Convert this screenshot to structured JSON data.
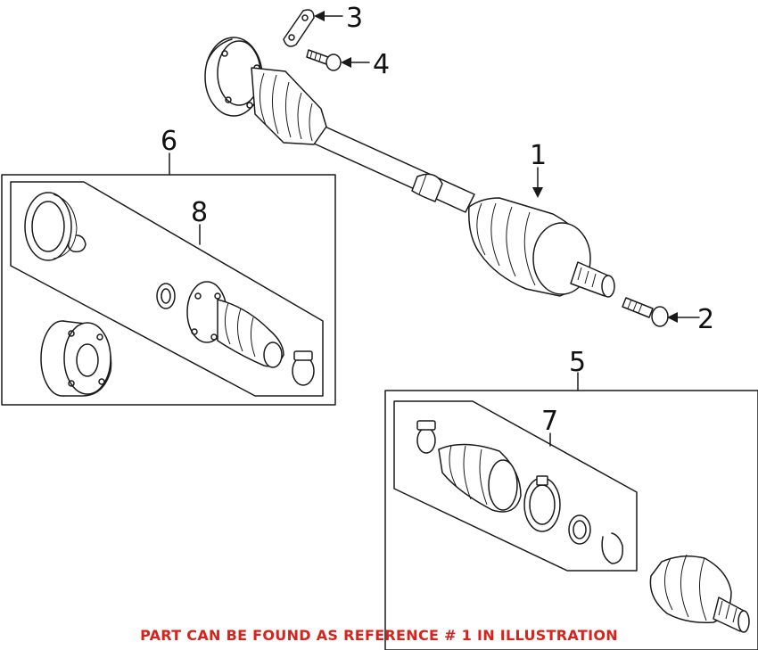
{
  "callouts": {
    "c1": "1",
    "c2": "2",
    "c3": "3",
    "c4": "4",
    "c5": "5",
    "c6": "6",
    "c7": "7",
    "c8": "8"
  },
  "footer_note": "PART CAN BE FOUND AS REFERENCE # 1 IN ILLUSTRATION",
  "colors": {
    "line": "#1a1a1a",
    "note": "#d8231c",
    "background": "#ffffff"
  }
}
